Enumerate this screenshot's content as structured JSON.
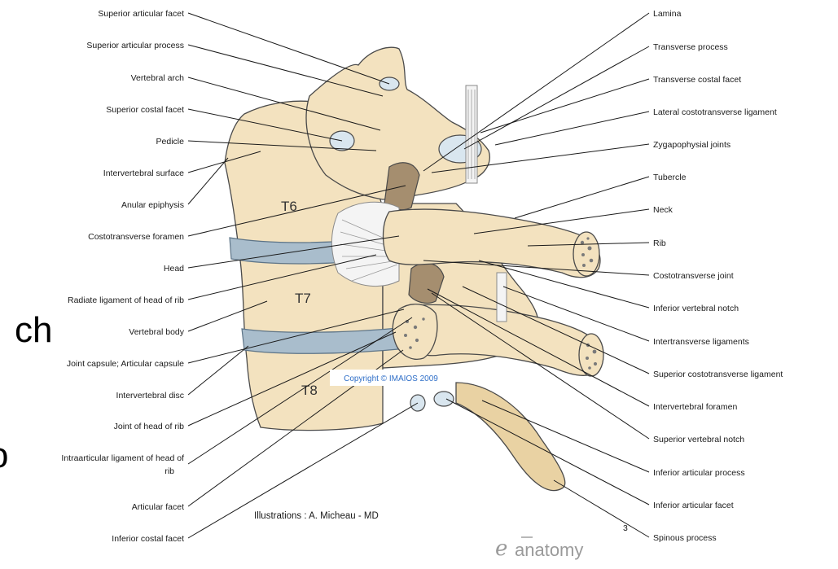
{
  "left_labels": [
    "Superior articular facet",
    "Superior articular process",
    "Vertebral arch",
    "Superior costal facet",
    "Pedicle",
    "Intervertebral surface",
    "Anular epiphysis",
    "Costotransverse foramen",
    "Head",
    "Radiate ligament of head of rib",
    "Vertebral body",
    "Joint capsule; Articular capsule",
    "Intervertebral disc",
    "Joint of head of rib",
    "Intraarticular ligament of head of",
    "rib",
    "Articular facet",
    "Inferior costal facet"
  ],
  "right_labels": [
    "Lamina",
    "Transverse process",
    "Transverse costal facet",
    "Lateral costotransverse ligament",
    "Zygapophysial joints",
    "Tubercle",
    "Neck",
    "Rib",
    "Costotransverse joint",
    "Inferior vertebral notch",
    "Intertransverse ligaments",
    "Superior costotransverse ligament",
    "Intervertebral foramen",
    "Superior vertebral notch",
    "Inferior articular process",
    "Inferior articular facet",
    "Spinous process"
  ],
  "vertebra_labels": [
    "T6",
    "T7",
    "T8"
  ],
  "copyright": "Copyright © IMAIOS 2009",
  "credit": "Illustrations : A. Micheau - MD",
  "logo": {
    "mark": "e",
    "text": "anatomy",
    "superscript": "3"
  },
  "background_text": [
    "ch",
    "o"
  ],
  "colors": {
    "bone": "#f3e2bf",
    "disc": "#a9bdcc",
    "copyright": "#2f6fc8"
  }
}
